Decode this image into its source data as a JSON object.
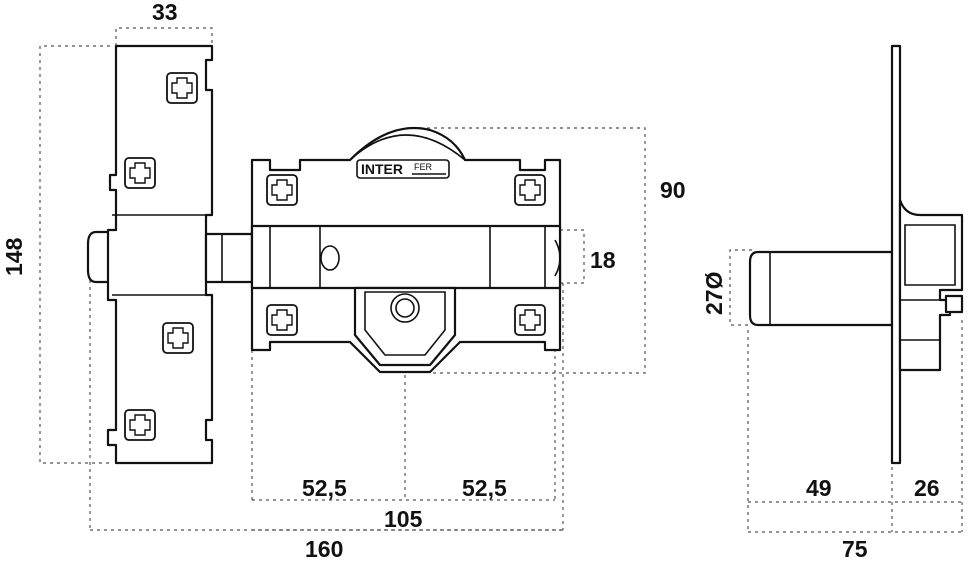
{
  "brand": {
    "main": "INTER",
    "sub": "FER"
  },
  "dimensions": {
    "plate_width": "33",
    "total_height": "148",
    "body_height": "90",
    "bolt_height": "18",
    "cylinder_diameter": "27Ø",
    "half_left": "52,5",
    "half_right": "52,5",
    "body_length": "105",
    "total_length": "160",
    "cylinder_length": "49",
    "side_depth": "26",
    "side_total": "75"
  }
}
